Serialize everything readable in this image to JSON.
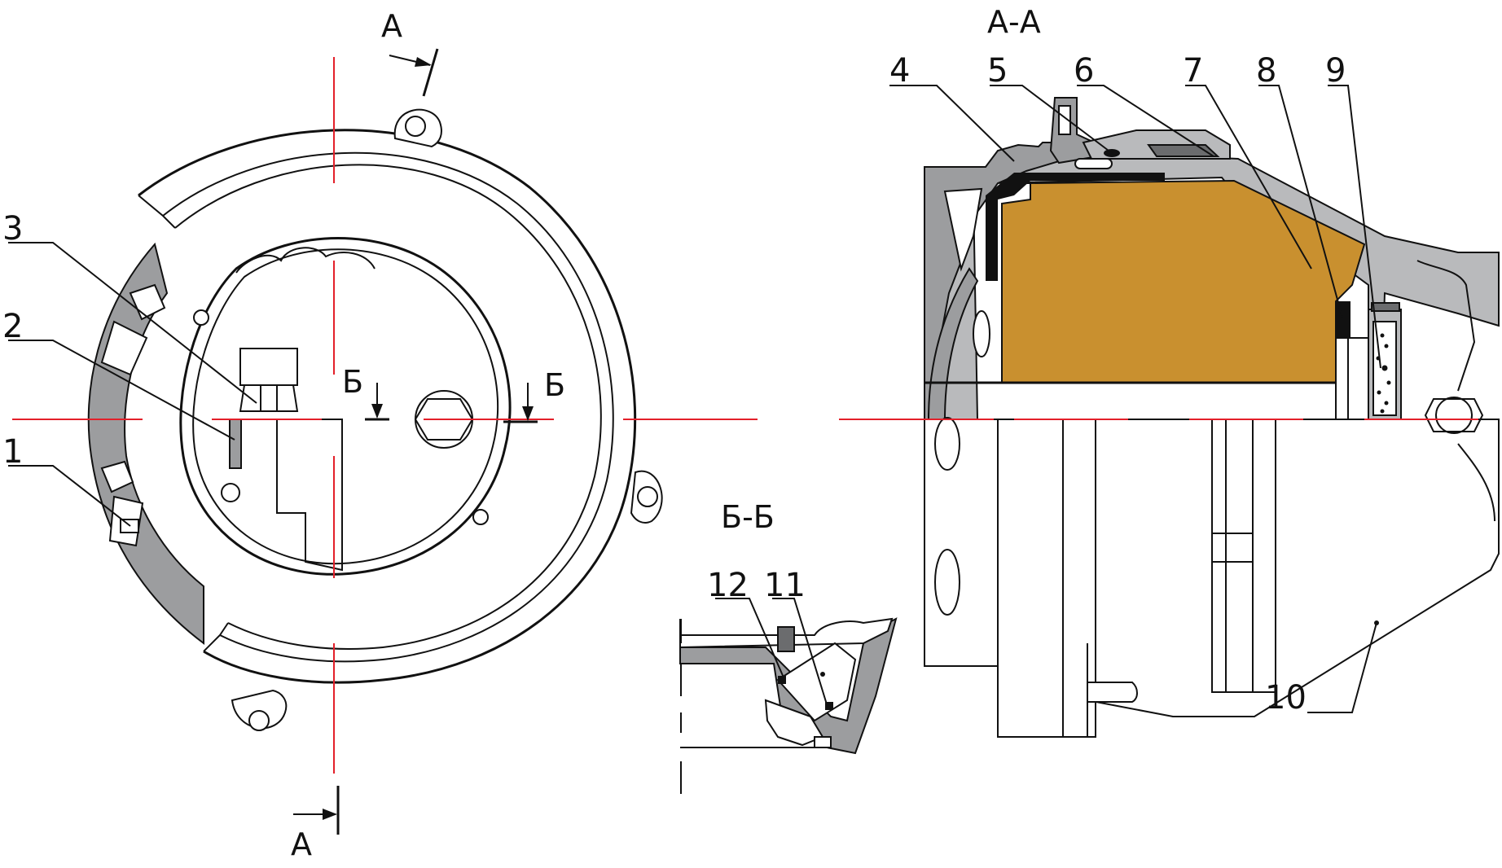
{
  "sections": {
    "a_a": "А-А",
    "b_b": "Б-Б"
  },
  "cut_marks": {
    "a_top": "А",
    "a_bottom": "А",
    "b_left": "Б",
    "b_right": "Б"
  },
  "callouts": [
    "1",
    "2",
    "3",
    "4",
    "5",
    "6",
    "7",
    "8",
    "9",
    "10",
    "11",
    "12"
  ],
  "colors": {
    "housing": "#9c9d9f",
    "dark_part": "#6b6c6e",
    "light_part": "#b9babc",
    "lining": "#c9902f",
    "centerline": "#e3202a"
  }
}
